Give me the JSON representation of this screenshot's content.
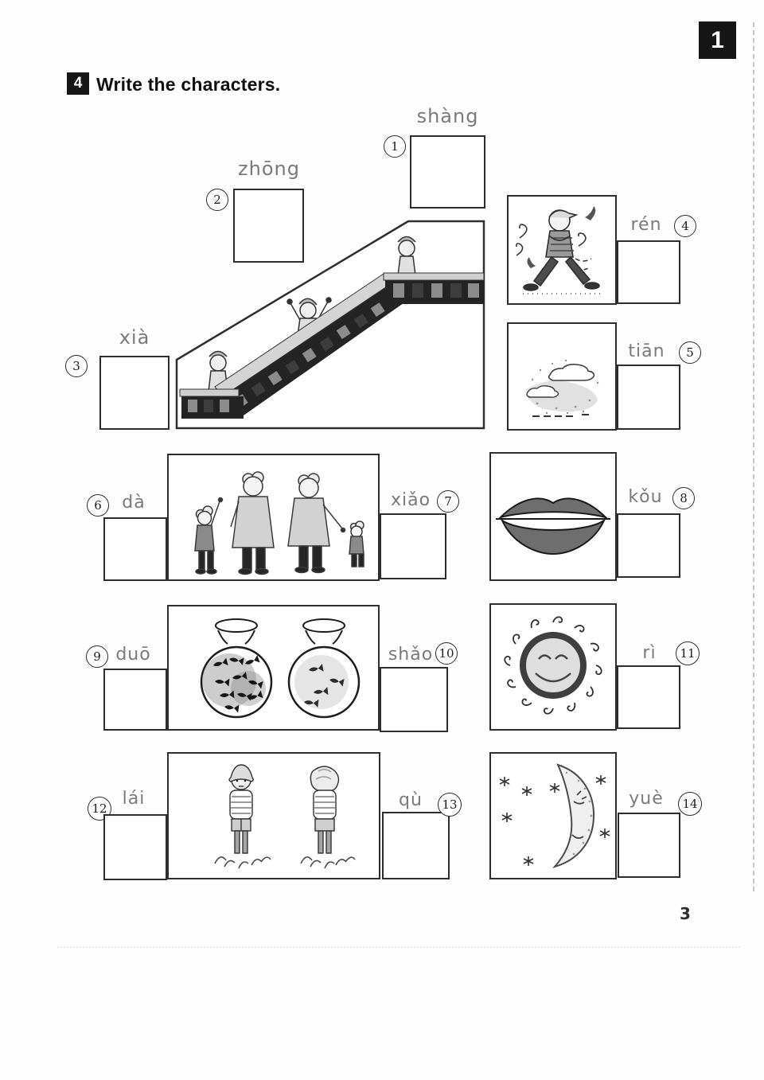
{
  "page": {
    "unit_badge": "1",
    "page_number": "3"
  },
  "exercise": {
    "number": "4",
    "title": "Write the characters."
  },
  "items": [
    {
      "num": "1",
      "pinyin": "shàng"
    },
    {
      "num": "2",
      "pinyin": "zhōng"
    },
    {
      "num": "3",
      "pinyin": "xià"
    },
    {
      "num": "4",
      "pinyin": "rén"
    },
    {
      "num": "5",
      "pinyin": "tiān"
    },
    {
      "num": "6",
      "pinyin": "dà"
    },
    {
      "num": "7",
      "pinyin": "xiǎo"
    },
    {
      "num": "8",
      "pinyin": "kǒu"
    },
    {
      "num": "9",
      "pinyin": "duō"
    },
    {
      "num": "10",
      "pinyin": "shǎo"
    },
    {
      "num": "11",
      "pinyin": "rì"
    },
    {
      "num": "12",
      "pinyin": "lái"
    },
    {
      "num": "13",
      "pinyin": "qù"
    },
    {
      "num": "14",
      "pinyin": "yuè"
    }
  ],
  "illustrations": {
    "scene_up_middle_down": "children-riding-escalator",
    "item_ren": "boy-standing-in-wind",
    "item_tian": "sky-with-clouds",
    "item_da_xiao": "big-and-small-people",
    "item_kou": "mouth-lips",
    "item_duo_shao": "fishbowl-with-many-fish-and-fishbowl-with-few-fish",
    "item_ri": "smiling-sun-with-curly-rays",
    "item_lai_qu": "boy-facing-front-and-boy-facing-away",
    "item_yue": "crescent-moon-with-stars"
  },
  "colors": {
    "ink": "#1c1c1c",
    "pinyin_gray": "#7a7a7a",
    "box_border": "#2e2e2e"
  }
}
